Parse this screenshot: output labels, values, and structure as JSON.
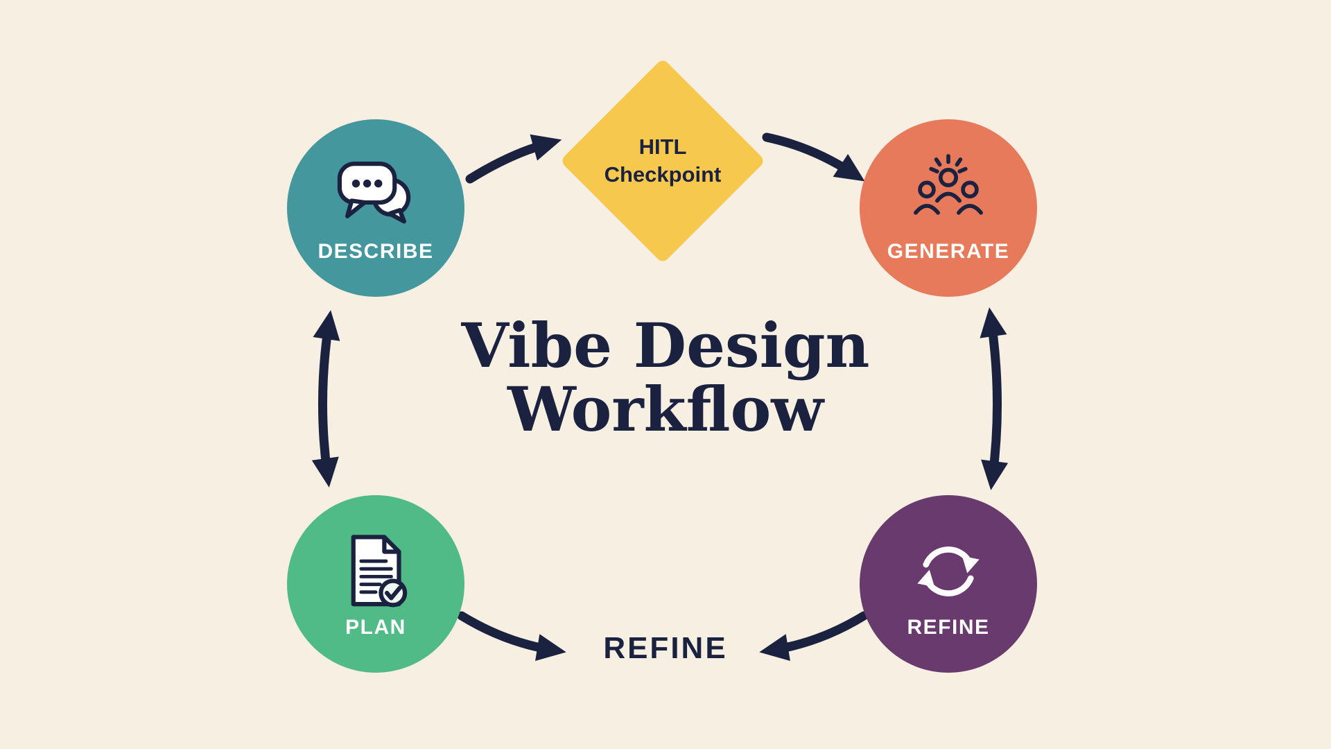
{
  "title": {
    "line1": "Vibe Design",
    "line2": "Workflow"
  },
  "checkpoint": {
    "line1": "HITL",
    "line2": "Checkpoint",
    "color": "#f6c94e"
  },
  "nodes": [
    {
      "id": "describe",
      "label": "DESCRIBE",
      "color": "#44989d",
      "icon": "speech-bubbles-icon"
    },
    {
      "id": "generate",
      "label": "GENERATE",
      "color": "#e87a5c",
      "icon": "team-idea-icon"
    },
    {
      "id": "plan",
      "label": "PLAN",
      "color": "#50bb86",
      "icon": "document-check-icon"
    },
    {
      "id": "refine",
      "label": "REFINE",
      "color": "#693a6d",
      "icon": "cycle-arrows-icon"
    }
  ],
  "bottom_label": "REFINE",
  "colors": {
    "background": "#f6efe2",
    "ink": "#1b2240",
    "arrow": "#1b2240"
  }
}
